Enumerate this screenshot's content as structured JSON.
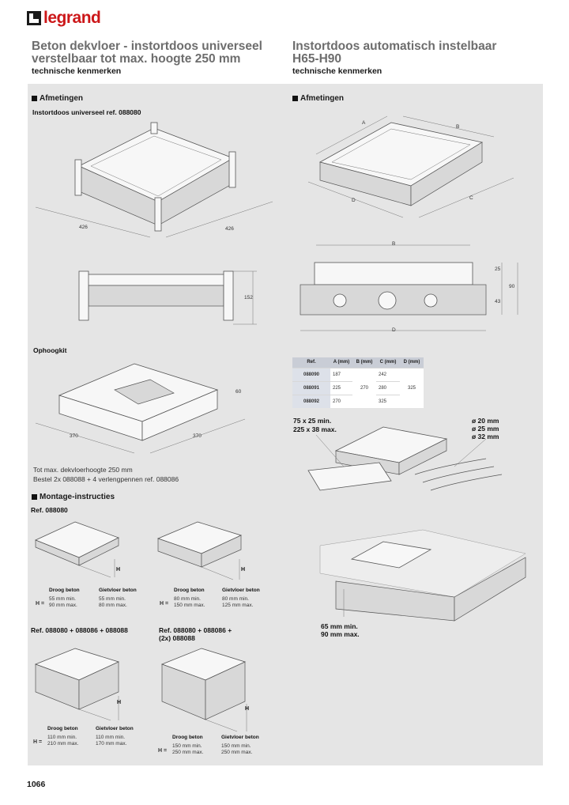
{
  "brand": {
    "name": "legrand",
    "color": "#cc1719"
  },
  "left_header": {
    "title_line1": "Beton dekvloer - instortdoos universeel",
    "title_line2": "verstelbaar tot max. hoogte 250 mm",
    "subtitle": "technische kenmerken"
  },
  "right_header": {
    "title_line1": "Instortdoos automatisch instelbaar",
    "title_line2": "H65-H90",
    "subtitle": "technische kenmerken"
  },
  "left": {
    "afmetingen": "Afmetingen",
    "box_caption": "Instortdoos universeel ref. 088080",
    "dim_a": "426",
    "dim_b": "426",
    "dim_h": "152",
    "ophoogkit": "Ophoogkit",
    "kit_a": "370",
    "kit_b": "370",
    "kit_h": "60",
    "note_line1": "Tot max. dekvloerhoogte 250 mm",
    "note_line2": "Bestel 2x 088088 + 4 verlengpennen ref. 088086",
    "montage": "Montage-instructies",
    "ref1": "Ref. 088080",
    "ref2": "Ref. 088080 + 088086 + 088088",
    "ref3_line1": "Ref. 088080 + 088086 +",
    "ref3_line2": "(2x) 088088",
    "h_letter": "H",
    "h_eq": "H =",
    "droog": "Droog beton",
    "giet": "Gietvloer beton",
    "m1": {
      "droog_min": "55 mm min.",
      "droog_max": "90 mm max.",
      "giet_min": "55 mm min.",
      "giet_max": "80 mm max."
    },
    "m2": {
      "droog_min": "80 mm min.",
      "droog_max": "150 mm max.",
      "giet_min": "80 mm min.",
      "giet_max": "125 mm max."
    },
    "m3": {
      "droog_min": "110 mm min.",
      "droog_max": "210 mm max.",
      "giet_min": "110 mm min.",
      "giet_max": "170 mm max."
    },
    "m4": {
      "droog_min": "150 mm min.",
      "droog_max": "250 mm max.",
      "giet_min": "150 mm min.",
      "giet_max": "250 mm max."
    }
  },
  "right": {
    "afmetingen": "Afmetingen",
    "label_a": "A",
    "label_b": "B",
    "label_c": "C",
    "label_d": "D",
    "dim_25": "25",
    "dim_43": "43",
    "dim_90": "90",
    "table": {
      "headers": [
        "Ref.",
        "A (mm)",
        "B (mm)",
        "C (mm)",
        "D (mm)"
      ],
      "rows": [
        {
          "ref": "088090",
          "a": "187",
          "c": "242"
        },
        {
          "ref": "088091",
          "a": "225",
          "c": "280"
        },
        {
          "ref": "088092",
          "a": "270",
          "c": "325"
        }
      ],
      "b_shared": "270",
      "d_shared": "325"
    },
    "cable_line1": "75 x 25 min.",
    "cable_line2": "225 x 38 max.",
    "tube1": "ø 20 mm",
    "tube2": "ø 25 mm",
    "tube3": "ø 32 mm",
    "depth_line1": "65 mm min.",
    "depth_line2": "90 mm max."
  },
  "page_number": "1066"
}
